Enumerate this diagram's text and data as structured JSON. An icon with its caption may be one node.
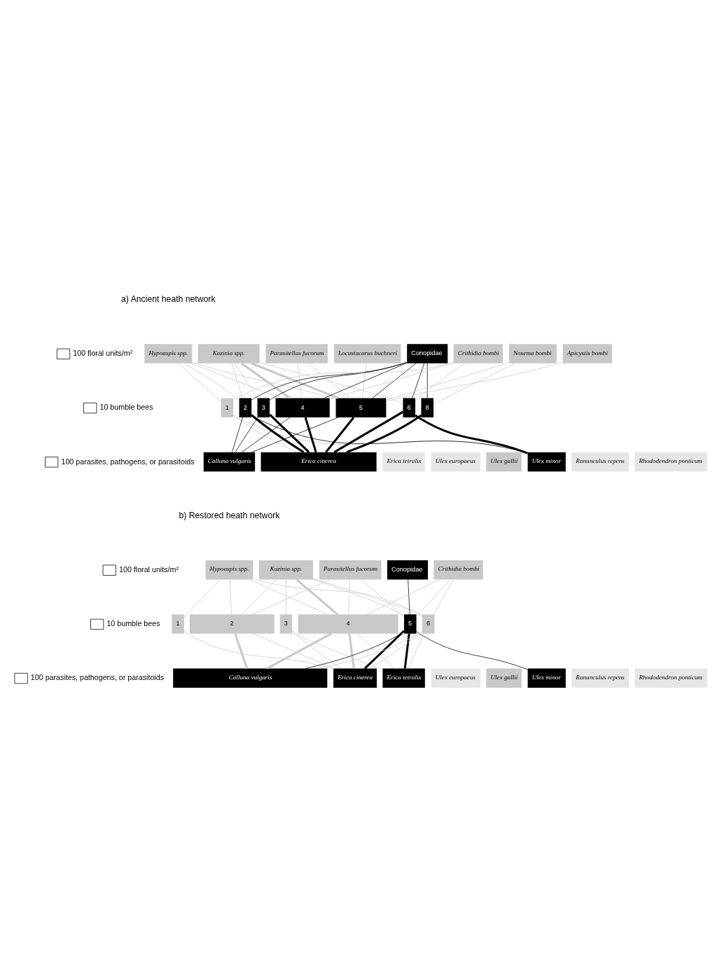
{
  "diagram": {
    "nodes": [
      {
        "text": [
          "Hypoaspis spp."
        ]
      },
      {
        "text": [
          "Kuzinia spp."
        ]
      },
      {
        "text": [
          "Parasitellus fucorum"
        ]
      },
      {
        "text": [
          "Locustacarus buchneri"
        ]
      },
      {
        "text": [
          "Conopidae"
        ]
      },
      {
        "text": [
          "Crithidia bombi"
        ]
      },
      {
        "text": [
          "Nosema bombi"
        ]
      },
      {
        "text": [
          "Apicystis bombi"
        ]
      },
      {
        "text": [
          "1"
        ]
      },
      {
        "text": [
          "2"
        ]
      },
      {
        "text": [
          "3"
        ]
      },
      {
        "text": [
          "4"
        ]
      },
      {
        "text": [
          "5"
        ]
      },
      {
        "text": [
          "6"
        ]
      },
      {
        "text": [
          "8"
        ]
      },
      {
        "text": [
          "Calluna vulgaris"
        ]
      },
      {
        "text": [
          "Erica cinerea"
        ]
      },
      {
        "text": [
          "Erica tetralix"
        ]
      },
      {
        "text": [
          "Ulex europaeus"
        ]
      },
      {
        "text": [
          "Ulex gallii"
        ]
      },
      {
        "text": [
          "Ulex minor"
        ]
      },
      {
        "text": [
          "Ranunculus repens"
        ]
      },
      {
        "text": [
          "Rhododendron ponticum"
        ]
      },
      {
        "text": [
          "Hypoaspis spp."
        ]
      },
      {
        "text": [
          "Kuzinia spp."
        ]
      },
      {
        "text": [
          "Parasitellus fucorum"
        ]
      },
      {
        "text": [
          "Conopidae"
        ]
      },
      {
        "text": [
          "Crithidia bombi"
        ]
      },
      {
        "text": [
          "1"
        ]
      },
      {
        "text": [
          "2"
        ]
      },
      {
        "text": [
          "3"
        ]
      },
      {
        "text": [
          "4"
        ]
      },
      {
        "text": [
          "5"
        ]
      },
      {
        "text": [
          "6"
        ]
      },
      {
        "text": [
          "Calluna vulgaris"
        ]
      },
      {
        "text": [
          "Erica cinerea"
        ]
      },
      {
        "text": [
          "Erica tetralix"
        ]
      },
      {
        "text": [
          "Ulex europaeus"
        ]
      },
      {
        "text": [
          "Ulex gallii"
        ]
      },
      {
        "text": [
          "Ulex minor"
        ]
      },
      {
        "text": [
          "Ranunculus repens"
        ]
      },
      {
        "text": [
          "Rhododendron ponticum"
        ]
      }
    ],
    "edges": [
      {
        "from": 0,
        "to": 8,
        "arrow": "none"
      },
      {
        "from": 0,
        "to": 9,
        "arrow": "none"
      },
      {
        "from": 0,
        "to": 11,
        "arrow": "none"
      },
      {
        "from": 0,
        "to": 12,
        "arrow": "none"
      },
      {
        "from": 1,
        "to": 9,
        "arrow": "none"
      },
      {
        "from": 1,
        "to": 10,
        "arrow": "none"
      },
      {
        "from": 1,
        "to": 11,
        "arrow": "none",
        "style": "thick"
      },
      {
        "from": 1,
        "to": 12,
        "arrow": "none",
        "style": "thick"
      },
      {
        "from": 1,
        "to": 13,
        "arrow": "none"
      },
      {
        "from": 2,
        "to": 11,
        "arrow": "none"
      },
      {
        "from": 2,
        "to": 12,
        "arrow": "none"
      },
      {
        "from": 3,
        "to": 12,
        "arrow": "none"
      },
      {
        "from": 4,
        "to": 9,
        "arrow": "none",
        "color": "#000000"
      },
      {
        "from": 4,
        "to": 10,
        "arrow": "none",
        "color": "#000000"
      },
      {
        "from": 4,
        "to": 11,
        "arrow": "none",
        "color": "#000000"
      },
      {
        "from": 4,
        "to": 12,
        "arrow": "none",
        "color": "#000000"
      },
      {
        "from": 4,
        "to": 13,
        "arrow": "none",
        "color": "#000000"
      },
      {
        "from": 4,
        "to": 14,
        "arrow": "none",
        "color": "#000000"
      },
      {
        "from": 5,
        "to": 8,
        "arrow": "none"
      },
      {
        "from": 5,
        "to": 11,
        "arrow": "none"
      },
      {
        "from": 5,
        "to": 13,
        "arrow": "none"
      },
      {
        "from": 6,
        "to": 12,
        "arrow": "none"
      },
      {
        "from": 6,
        "to": 14,
        "arrow": "none"
      },
      {
        "from": 7,
        "to": 12,
        "arrow": "none"
      },
      {
        "from": 8,
        "to": 16,
        "arrow": "none"
      },
      {
        "from": 8,
        "to": 20,
        "arrow": "none"
      },
      {
        "from": 9,
        "to": 15,
        "arrow": "none",
        "color": "#000000"
      },
      {
        "from": 9,
        "to": 16,
        "arrow": "none",
        "style": "thick",
        "color": "#000000"
      },
      {
        "from": 9,
        "to": 20,
        "arrow": "none",
        "color": "#000000"
      },
      {
        "from": 10,
        "to": 15,
        "arrow": "none",
        "color": "#000000"
      },
      {
        "from": 10,
        "to": 16,
        "arrow": "none",
        "style": "thick",
        "color": "#000000"
      },
      {
        "from": 11,
        "to": 15,
        "arrow": "none",
        "color": "#000000"
      },
      {
        "from": 11,
        "to": 16,
        "arrow": "none",
        "style": "thick",
        "color": "#000000"
      },
      {
        "from": 12,
        "to": 15,
        "arrow": "none",
        "color": "#000000"
      },
      {
        "from": 12,
        "to": 16,
        "arrow": "none",
        "style": "thick",
        "color": "#000000"
      },
      {
        "from": 13,
        "to": 16,
        "arrow": "none",
        "style": "thick",
        "color": "#000000"
      },
      {
        "from": 13,
        "to": 20,
        "arrow": "none",
        "style": "thick",
        "color": "#000000"
      },
      {
        "from": 14,
        "to": 16,
        "arrow": "none",
        "style": "thick",
        "color": "#000000"
      },
      {
        "from": 23,
        "to": 28,
        "arrow": "none"
      },
      {
        "from": 23,
        "to": 29,
        "arrow": "none"
      },
      {
        "from": 23,
        "to": 31,
        "arrow": "none"
      },
      {
        "from": 23,
        "to": 33,
        "arrow": "none"
      },
      {
        "from": 24,
        "to": 29,
        "arrow": "none"
      },
      {
        "from": 24,
        "to": 30,
        "arrow": "none"
      },
      {
        "from": 24,
        "to": 31,
        "arrow": "none",
        "style": "thick"
      },
      {
        "from": 24,
        "to": 32,
        "arrow": "none"
      },
      {
        "from": 24,
        "to": 33,
        "arrow": "none"
      },
      {
        "from": 25,
        "to": 29,
        "arrow": "none"
      },
      {
        "from": 25,
        "to": 31,
        "arrow": "none"
      },
      {
        "from": 25,
        "to": 32,
        "arrow": "none"
      },
      {
        "from": 26,
        "to": 32,
        "arrow": "none",
        "color": "#000000"
      },
      {
        "from": 27,
        "to": 31,
        "arrow": "none"
      },
      {
        "from": 27,
        "to": 32,
        "arrow": "none"
      },
      {
        "from": 27,
        "to": 33,
        "arrow": "none"
      },
      {
        "from": 28,
        "to": 35,
        "arrow": "none"
      },
      {
        "from": 29,
        "to": 34,
        "arrow": "none",
        "style": "thick"
      },
      {
        "from": 29,
        "to": 35,
        "arrow": "none"
      },
      {
        "from": 30,
        "to": 35,
        "arrow": "none"
      },
      {
        "from": 30,
        "to": 36,
        "arrow": "none"
      },
      {
        "from": 31,
        "to": 34,
        "arrow": "none",
        "style": "thick"
      },
      {
        "from": 31,
        "to": 35,
        "arrow": "none",
        "style": "thick"
      },
      {
        "from": 31,
        "to": 36,
        "arrow": "none"
      },
      {
        "from": 32,
        "to": 34,
        "arrow": "none",
        "color": "#000000"
      },
      {
        "from": 32,
        "to": 35,
        "arrow": "none",
        "style": "thick",
        "color": "#000000"
      },
      {
        "from": 32,
        "to": 36,
        "arrow": "none",
        "style": "thick",
        "color": "#000000"
      },
      {
        "from": 32,
        "to": 39,
        "arrow": "none",
        "color": "#000000"
      },
      {
        "from": 33,
        "to": 35,
        "arrow": "none"
      },
      {
        "from": 33,
        "to": 36,
        "arrow": "none"
      },
      {
        "from": 33,
        "to": 34,
        "arrow": "none"
      }
    ],
    "labels": [
      "a) Ancient heath network",
      "b) Restored heath network"
    ],
    "legend": [
      {
        "text": "100 floral units/m²"
      },
      {
        "text": "10 bumble bees"
      },
      {
        "text": "100 parasites, pathogens, or parasitoids"
      },
      {
        "text": "100 floral units/m²"
      },
      {
        "text": "10 bumble bees"
      },
      {
        "text": "100 parasites, pathogens, or parasitoids"
      }
    ]
  }
}
